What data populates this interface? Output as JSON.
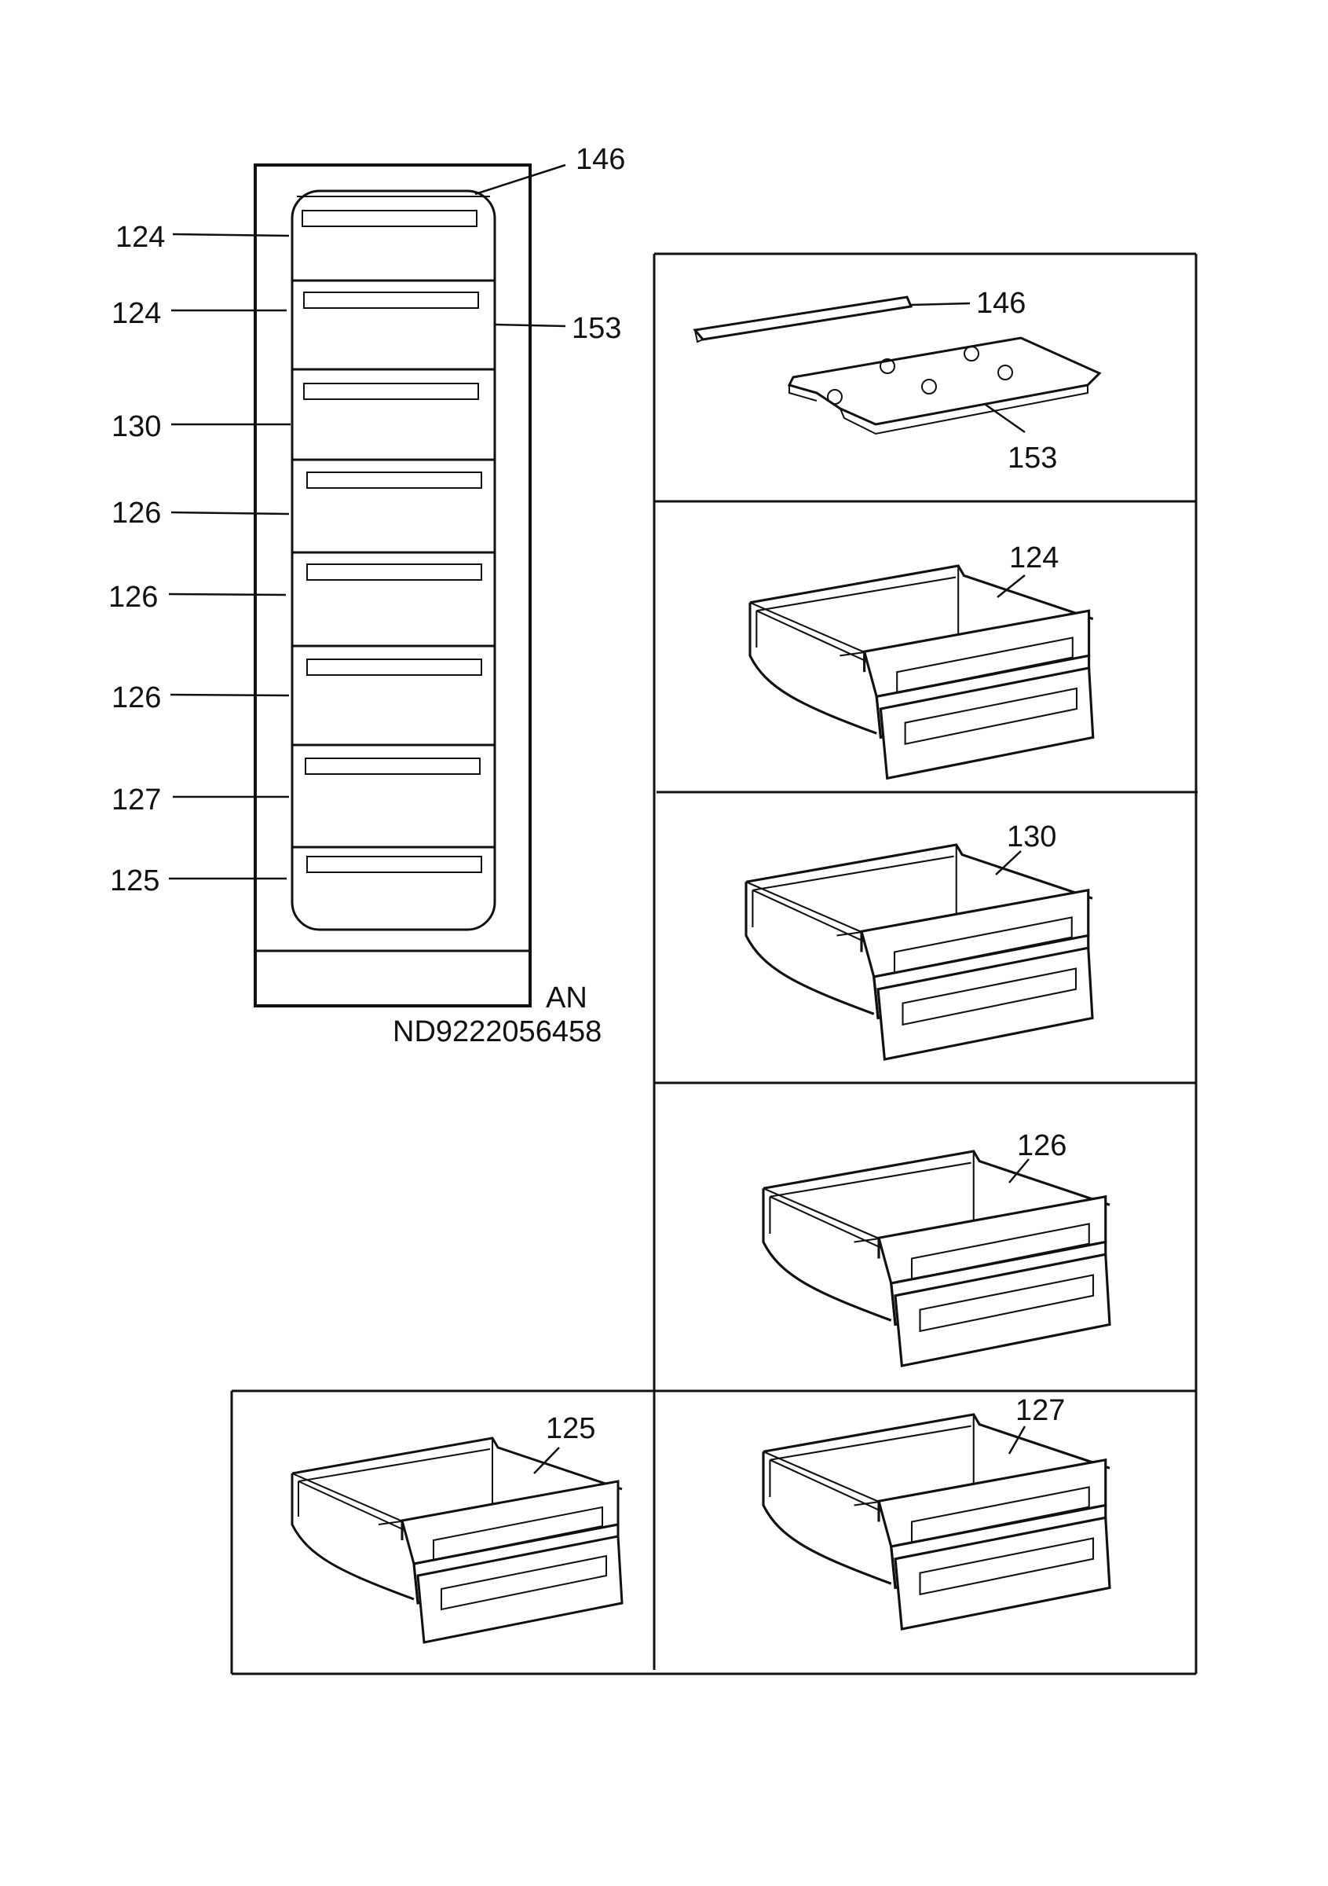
{
  "callouts": {
    "c146": "146",
    "c124a": "124",
    "c124b": "124",
    "c153": "153",
    "c130": "130",
    "c126a": "126",
    "c126b": "126",
    "c126c": "126",
    "c127": "127",
    "c125": "125"
  },
  "overview": {
    "model_code": "AN",
    "drawing_number": "ND9222056458"
  },
  "detail_panels": {
    "p1_rail": "146",
    "p1_plate": "153",
    "p2": "124",
    "p3": "130",
    "p4": "126",
    "p5": "127",
    "p6": "125"
  },
  "colors": {
    "line": "#111111",
    "background": "#ffffff"
  }
}
